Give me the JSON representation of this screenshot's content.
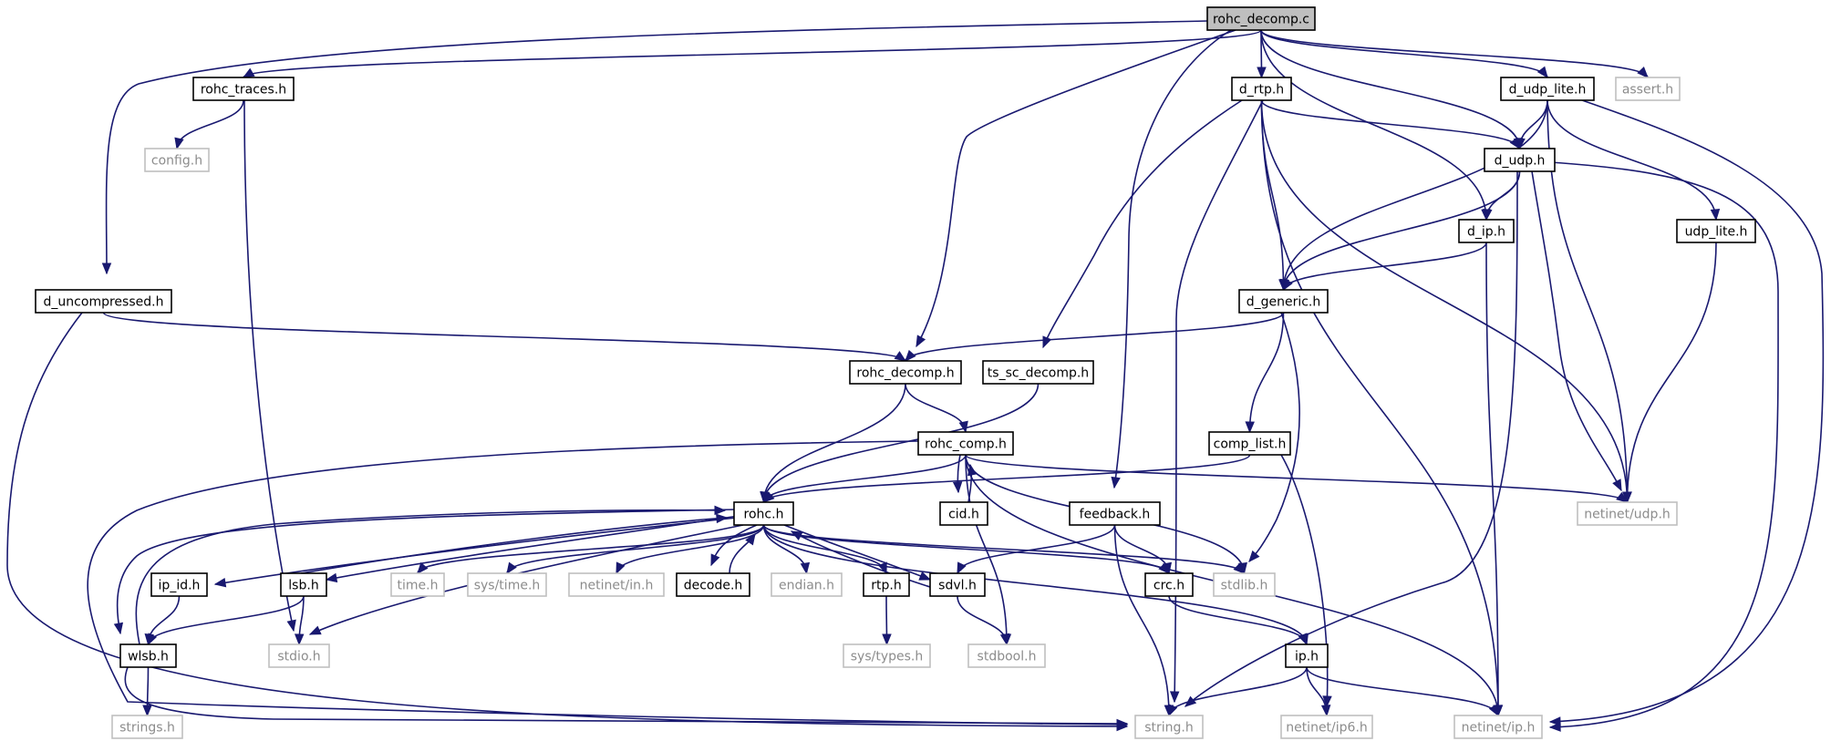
{
  "diagram": {
    "colors": {
      "edge": "#191970",
      "root_fill": "#bfbfbf",
      "internal_border": "#000000",
      "external_border": "#bfbfbf",
      "external_text": "#8c8c8c",
      "internal_text": "#000000"
    },
    "nodes": [
      {
        "id": "rohc_decomp_c",
        "label": "rohc_decomp.c",
        "kind": "root"
      },
      {
        "id": "rohc_traces_h",
        "label": "rohc_traces.h",
        "kind": "internal"
      },
      {
        "id": "d_rtp_h",
        "label": "d_rtp.h",
        "kind": "internal"
      },
      {
        "id": "d_udp_lite_h",
        "label": "d_udp_lite.h",
        "kind": "internal"
      },
      {
        "id": "assert_h",
        "label": "assert.h",
        "kind": "external"
      },
      {
        "id": "config_h",
        "label": "config.h",
        "kind": "external"
      },
      {
        "id": "d_udp_h",
        "label": "d_udp.h",
        "kind": "internal"
      },
      {
        "id": "d_ip_h",
        "label": "d_ip.h",
        "kind": "internal"
      },
      {
        "id": "udp_lite_h",
        "label": "udp_lite.h",
        "kind": "internal"
      },
      {
        "id": "d_uncompressed_h",
        "label": "d_uncompressed.h",
        "kind": "internal"
      },
      {
        "id": "d_generic_h",
        "label": "d_generic.h",
        "kind": "internal"
      },
      {
        "id": "rohc_decomp_h",
        "label": "rohc_decomp.h",
        "kind": "internal"
      },
      {
        "id": "ts_sc_decomp_h",
        "label": "ts_sc_decomp.h",
        "kind": "internal"
      },
      {
        "id": "rohc_comp_h",
        "label": "rohc_comp.h",
        "kind": "internal"
      },
      {
        "id": "comp_list_h",
        "label": "comp_list.h",
        "kind": "internal"
      },
      {
        "id": "rohc_h",
        "label": "rohc.h",
        "kind": "internal"
      },
      {
        "id": "cid_h",
        "label": "cid.h",
        "kind": "internal"
      },
      {
        "id": "feedback_h",
        "label": "feedback.h",
        "kind": "internal"
      },
      {
        "id": "netinet_udp_h",
        "label": "netinet/udp.h",
        "kind": "external"
      },
      {
        "id": "ip_id_h",
        "label": "ip_id.h",
        "kind": "internal"
      },
      {
        "id": "lsb_h",
        "label": "lsb.h",
        "kind": "internal"
      },
      {
        "id": "time_h",
        "label": "time.h",
        "kind": "external"
      },
      {
        "id": "sys_time_h",
        "label": "sys/time.h",
        "kind": "external"
      },
      {
        "id": "netinet_in_h",
        "label": "netinet/in.h",
        "kind": "external"
      },
      {
        "id": "decode_h",
        "label": "decode.h",
        "kind": "internal"
      },
      {
        "id": "endian_h",
        "label": "endian.h",
        "kind": "external"
      },
      {
        "id": "rtp_h",
        "label": "rtp.h",
        "kind": "internal"
      },
      {
        "id": "sdvl_h",
        "label": "sdvl.h",
        "kind": "internal"
      },
      {
        "id": "crc_h",
        "label": "crc.h",
        "kind": "internal"
      },
      {
        "id": "stdlib_h",
        "label": "stdlib.h",
        "kind": "external"
      },
      {
        "id": "wlsb_h",
        "label": "wlsb.h",
        "kind": "internal"
      },
      {
        "id": "stdio_h",
        "label": "stdio.h",
        "kind": "external"
      },
      {
        "id": "sys_types_h",
        "label": "sys/types.h",
        "kind": "external"
      },
      {
        "id": "stdbool_h",
        "label": "stdbool.h",
        "kind": "external"
      },
      {
        "id": "ip_h",
        "label": "ip.h",
        "kind": "internal"
      },
      {
        "id": "strings_h",
        "label": "strings.h",
        "kind": "external"
      },
      {
        "id": "string_h",
        "label": "string.h",
        "kind": "external"
      },
      {
        "id": "netinet_ip6_h",
        "label": "netinet/ip6.h",
        "kind": "external"
      },
      {
        "id": "netinet_ip_h",
        "label": "netinet/ip.h",
        "kind": "external"
      }
    ],
    "edges": [
      {
        "from": "rohc_decomp_c",
        "to": "rohc_traces_h"
      },
      {
        "from": "rohc_decomp_c",
        "to": "d_uncompressed_h"
      },
      {
        "from": "rohc_decomp_c",
        "to": "rohc_decomp_h"
      },
      {
        "from": "rohc_decomp_c",
        "to": "feedback_h"
      },
      {
        "from": "rohc_decomp_c",
        "to": "d_rtp_h"
      },
      {
        "from": "rohc_decomp_c",
        "to": "d_ip_h"
      },
      {
        "from": "rohc_decomp_c",
        "to": "d_udp_h"
      },
      {
        "from": "rohc_decomp_c",
        "to": "d_udp_lite_h"
      },
      {
        "from": "rohc_decomp_c",
        "to": "assert_h"
      },
      {
        "from": "rohc_traces_h",
        "to": "config_h"
      },
      {
        "from": "rohc_traces_h",
        "to": "stdio_h"
      },
      {
        "from": "d_rtp_h",
        "to": "d_udp_h"
      },
      {
        "from": "d_rtp_h",
        "to": "d_generic_h"
      },
      {
        "from": "d_rtp_h",
        "to": "ts_sc_decomp_h"
      },
      {
        "from": "d_rtp_h",
        "to": "string_h"
      },
      {
        "from": "d_rtp_h",
        "to": "netinet_ip_h"
      },
      {
        "from": "d_rtp_h",
        "to": "netinet_udp_h"
      },
      {
        "from": "d_udp_lite_h",
        "to": "d_udp_h"
      },
      {
        "from": "d_udp_lite_h",
        "to": "d_generic_h"
      },
      {
        "from": "d_udp_lite_h",
        "to": "udp_lite_h"
      },
      {
        "from": "d_udp_lite_h",
        "to": "netinet_udp_h"
      },
      {
        "from": "d_udp_lite_h",
        "to": "netinet_ip_h"
      },
      {
        "from": "d_udp_h",
        "to": "d_ip_h"
      },
      {
        "from": "d_udp_h",
        "to": "d_generic_h"
      },
      {
        "from": "d_udp_h",
        "to": "netinet_udp_h"
      },
      {
        "from": "d_udp_h",
        "to": "netinet_ip_h"
      },
      {
        "from": "d_udp_h",
        "to": "string_h"
      },
      {
        "from": "d_ip_h",
        "to": "d_generic_h"
      },
      {
        "from": "d_ip_h",
        "to": "netinet_ip_h"
      },
      {
        "from": "udp_lite_h",
        "to": "netinet_udp_h"
      },
      {
        "from": "d_uncompressed_h",
        "to": "rohc_decomp_h"
      },
      {
        "from": "d_uncompressed_h",
        "to": "string_h"
      },
      {
        "from": "d_generic_h",
        "to": "rohc_decomp_h"
      },
      {
        "from": "d_generic_h",
        "to": "comp_list_h"
      },
      {
        "from": "d_generic_h",
        "to": "stdlib_h"
      },
      {
        "from": "rohc_decomp_h",
        "to": "rohc_h"
      },
      {
        "from": "rohc_decomp_h",
        "to": "rohc_comp_h"
      },
      {
        "from": "ts_sc_decomp_h",
        "to": "rohc_h"
      },
      {
        "from": "rohc_comp_h",
        "to": "rohc_h"
      },
      {
        "from": "rohc_comp_h",
        "to": "cid_h"
      },
      {
        "from": "rohc_comp_h",
        "to": "stdbool_h"
      },
      {
        "from": "rohc_comp_h",
        "to": "netinet_udp_h"
      },
      {
        "from": "rohc_comp_h",
        "to": "stdlib_h"
      },
      {
        "from": "rohc_comp_h",
        "to": "netinet_ip_h"
      },
      {
        "from": "rohc_comp_h",
        "to": "string_h"
      },
      {
        "from": "cid_h",
        "to": "rohc_comp_h"
      },
      {
        "from": "comp_list_h",
        "to": "rohc_h"
      },
      {
        "from": "comp_list_h",
        "to": "netinet_ip6_h"
      },
      {
        "from": "feedback_h",
        "to": "sdvl_h"
      },
      {
        "from": "feedback_h",
        "to": "crc_h"
      },
      {
        "from": "feedback_h",
        "to": "string_h"
      },
      {
        "from": "rohc_h",
        "to": "ip_id_h"
      },
      {
        "from": "rohc_h",
        "to": "lsb_h"
      },
      {
        "from": "rohc_h",
        "to": "wlsb_h"
      },
      {
        "from": "rohc_h",
        "to": "stdio_h"
      },
      {
        "from": "rohc_h",
        "to": "time_h"
      },
      {
        "from": "rohc_h",
        "to": "sys_time_h"
      },
      {
        "from": "rohc_h",
        "to": "netinet_in_h"
      },
      {
        "from": "rohc_h",
        "to": "decode_h"
      },
      {
        "from": "rohc_h",
        "to": "endian_h"
      },
      {
        "from": "rohc_h",
        "to": "rtp_h"
      },
      {
        "from": "rohc_h",
        "to": "sdvl_h"
      },
      {
        "from": "rohc_h",
        "to": "crc_h"
      },
      {
        "from": "rohc_h",
        "to": "stdlib_h"
      },
      {
        "from": "rohc_h",
        "to": "ip_h"
      },
      {
        "from": "ip_id_h",
        "to": "wlsb_h"
      },
      {
        "from": "lsb_h",
        "to": "rohc_h"
      },
      {
        "from": "lsb_h",
        "to": "wlsb_h"
      },
      {
        "from": "lsb_h",
        "to": "stdio_h"
      },
      {
        "from": "wlsb_h",
        "to": "rohc_h"
      },
      {
        "from": "wlsb_h",
        "to": "strings_h"
      },
      {
        "from": "wlsb_h",
        "to": "string_h"
      },
      {
        "from": "decode_h",
        "to": "rohc_h"
      },
      {
        "from": "rtp_h",
        "to": "sys_types_h"
      },
      {
        "from": "sdvl_h",
        "to": "rohc_h"
      },
      {
        "from": "sdvl_h",
        "to": "stdbool_h"
      },
      {
        "from": "crc_h",
        "to": "ip_h"
      },
      {
        "from": "ip_h",
        "to": "string_h"
      },
      {
        "from": "ip_h",
        "to": "netinet_ip_h"
      },
      {
        "from": "ip_h",
        "to": "netinet_ip6_h"
      }
    ]
  }
}
